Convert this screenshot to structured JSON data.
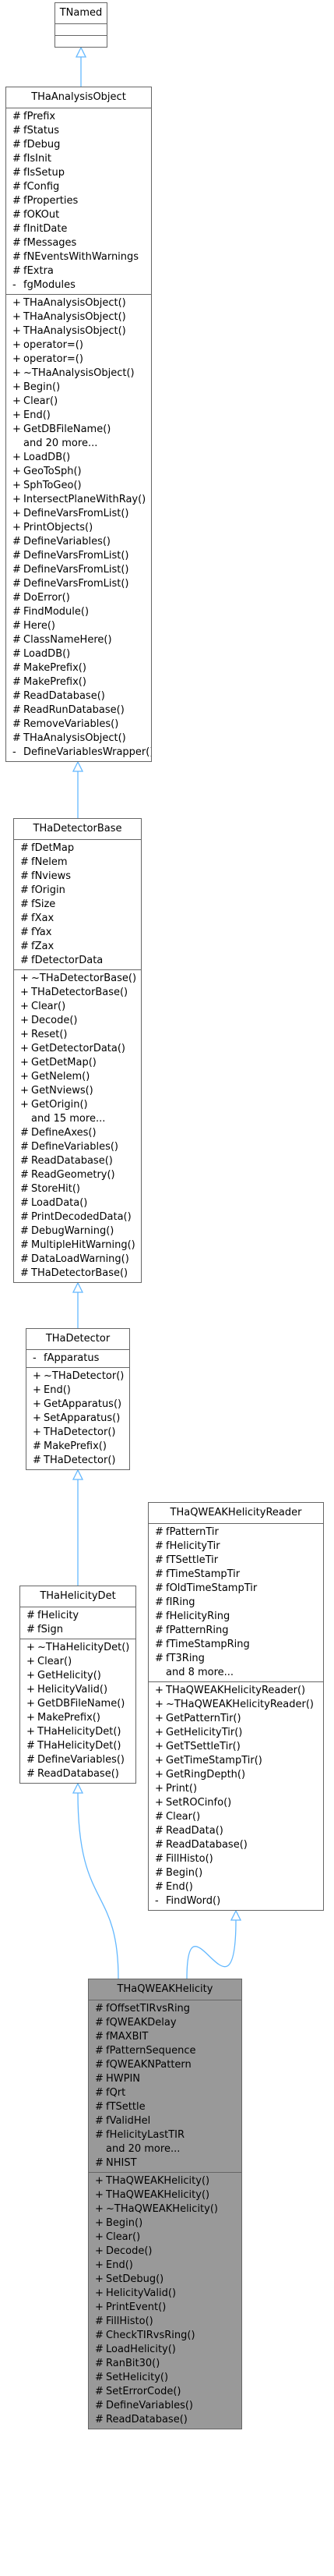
{
  "colors": {
    "edge": "#63b8ff",
    "border": "#666666",
    "node_background": "#ffffff",
    "focus_background": "#999999"
  },
  "nodes": {
    "tnamed": {
      "title": "TNamed",
      "attributes": [],
      "methods": []
    },
    "thaanalysisobject": {
      "title": "THaAnalysisObject",
      "attributes": [
        {
          "vis": "#",
          "name": "fPrefix"
        },
        {
          "vis": "#",
          "name": "fStatus"
        },
        {
          "vis": "#",
          "name": "fDebug"
        },
        {
          "vis": "#",
          "name": "fIsInit"
        },
        {
          "vis": "#",
          "name": "fIsSetup"
        },
        {
          "vis": "#",
          "name": "fConfig"
        },
        {
          "vis": "#",
          "name": "fProperties"
        },
        {
          "vis": "#",
          "name": "fOKOut"
        },
        {
          "vis": "#",
          "name": "fInitDate"
        },
        {
          "vis": "#",
          "name": "fMessages"
        },
        {
          "vis": "#",
          "name": "fNEventsWithWarnings"
        },
        {
          "vis": "#",
          "name": "fExtra"
        },
        {
          "vis": "-",
          "name": "fgModules"
        }
      ],
      "methods": [
        {
          "vis": "+",
          "name": "THaAnalysisObject()"
        },
        {
          "vis": "+",
          "name": "THaAnalysisObject()"
        },
        {
          "vis": "+",
          "name": "THaAnalysisObject()"
        },
        {
          "vis": "+",
          "name": "operator=()"
        },
        {
          "vis": "+",
          "name": "operator=()"
        },
        {
          "vis": "+",
          "name": "~THaAnalysisObject()"
        },
        {
          "vis": "+",
          "name": "Begin()"
        },
        {
          "vis": "+",
          "name": "Clear()"
        },
        {
          "vis": "+",
          "name": "End()"
        },
        {
          "vis": "+",
          "name": "GetDBFileName()"
        },
        {
          "vis": "",
          "name": "and 20 more...",
          "more": true
        },
        {
          "vis": "+",
          "name": "LoadDB()"
        },
        {
          "vis": "+",
          "name": "GeoToSph()"
        },
        {
          "vis": "+",
          "name": "SphToGeo()"
        },
        {
          "vis": "+",
          "name": "IntersectPlaneWithRay()"
        },
        {
          "vis": "+",
          "name": "DefineVarsFromList()"
        },
        {
          "vis": "+",
          "name": "PrintObjects()"
        },
        {
          "vis": "#",
          "name": "DefineVariables()"
        },
        {
          "vis": "#",
          "name": "DefineVarsFromList()"
        },
        {
          "vis": "#",
          "name": "DefineVarsFromList()"
        },
        {
          "vis": "#",
          "name": "DefineVarsFromList()"
        },
        {
          "vis": "#",
          "name": "DoError()"
        },
        {
          "vis": "#",
          "name": "FindModule()"
        },
        {
          "vis": "#",
          "name": "Here()"
        },
        {
          "vis": "#",
          "name": "ClassNameHere()"
        },
        {
          "vis": "#",
          "name": "LoadDB()"
        },
        {
          "vis": "#",
          "name": "MakePrefix()"
        },
        {
          "vis": "#",
          "name": "MakePrefix()"
        },
        {
          "vis": "#",
          "name": "ReadDatabase()"
        },
        {
          "vis": "#",
          "name": "ReadRunDatabase()"
        },
        {
          "vis": "#",
          "name": "RemoveVariables()"
        },
        {
          "vis": "#",
          "name": "THaAnalysisObject()"
        },
        {
          "vis": "-",
          "name": "DefineVariablesWrapper()"
        }
      ]
    },
    "thadetectorbase": {
      "title": "THaDetectorBase",
      "attributes": [
        {
          "vis": "#",
          "name": "fDetMap"
        },
        {
          "vis": "#",
          "name": "fNelem"
        },
        {
          "vis": "#",
          "name": "fNviews"
        },
        {
          "vis": "#",
          "name": "fOrigin"
        },
        {
          "vis": "#",
          "name": "fSize"
        },
        {
          "vis": "#",
          "name": "fXax"
        },
        {
          "vis": "#",
          "name": "fYax"
        },
        {
          "vis": "#",
          "name": "fZax"
        },
        {
          "vis": "#",
          "name": "fDetectorData"
        }
      ],
      "methods": [
        {
          "vis": "+",
          "name": "~THaDetectorBase()"
        },
        {
          "vis": "+",
          "name": "THaDetectorBase()"
        },
        {
          "vis": "+",
          "name": "Clear()"
        },
        {
          "vis": "+",
          "name": "Decode()"
        },
        {
          "vis": "+",
          "name": "Reset()"
        },
        {
          "vis": "+",
          "name": "GetDetectorData()"
        },
        {
          "vis": "+",
          "name": "GetDetMap()"
        },
        {
          "vis": "+",
          "name": "GetNelem()"
        },
        {
          "vis": "+",
          "name": "GetNviews()"
        },
        {
          "vis": "+",
          "name": "GetOrigin()"
        },
        {
          "vis": "",
          "name": "and 15 more...",
          "more": true
        },
        {
          "vis": "#",
          "name": "DefineAxes()"
        },
        {
          "vis": "#",
          "name": "DefineVariables()"
        },
        {
          "vis": "#",
          "name": "ReadDatabase()"
        },
        {
          "vis": "#",
          "name": "ReadGeometry()"
        },
        {
          "vis": "#",
          "name": "StoreHit()"
        },
        {
          "vis": "#",
          "name": "LoadData()"
        },
        {
          "vis": "#",
          "name": "PrintDecodedData()"
        },
        {
          "vis": "#",
          "name": "DebugWarning()"
        },
        {
          "vis": "#",
          "name": "MultipleHitWarning()"
        },
        {
          "vis": "#",
          "name": "DataLoadWarning()"
        },
        {
          "vis": "#",
          "name": "THaDetectorBase()"
        }
      ]
    },
    "thadetector": {
      "title": "THaDetector",
      "attributes": [
        {
          "vis": "-",
          "name": "fApparatus"
        }
      ],
      "methods": [
        {
          "vis": "+",
          "name": "~THaDetector()"
        },
        {
          "vis": "+",
          "name": "End()"
        },
        {
          "vis": "+",
          "name": "GetApparatus()"
        },
        {
          "vis": "+",
          "name": "SetApparatus()"
        },
        {
          "vis": "+",
          "name": "THaDetector()"
        },
        {
          "vis": "#",
          "name": "MakePrefix()"
        },
        {
          "vis": "#",
          "name": "THaDetector()"
        }
      ]
    },
    "thahelicitydet": {
      "title": "THaHelicityDet",
      "attributes": [
        {
          "vis": "#",
          "name": "fHelicity"
        },
        {
          "vis": "#",
          "name": "fSign"
        }
      ],
      "methods": [
        {
          "vis": "+",
          "name": "~THaHelicityDet()"
        },
        {
          "vis": "+",
          "name": "Clear()"
        },
        {
          "vis": "+",
          "name": "GetHelicity()"
        },
        {
          "vis": "+",
          "name": "HelicityValid()"
        },
        {
          "vis": "+",
          "name": "GetDBFileName()"
        },
        {
          "vis": "+",
          "name": "MakePrefix()"
        },
        {
          "vis": "+",
          "name": "THaHelicityDet()"
        },
        {
          "vis": "#",
          "name": "THaHelicityDet()"
        },
        {
          "vis": "#",
          "name": "DefineVariables()"
        },
        {
          "vis": "#",
          "name": "ReadDatabase()"
        }
      ]
    },
    "thaqweakhelicityreader": {
      "title": "THaQWEAKHelicityReader",
      "attributes": [
        {
          "vis": "#",
          "name": "fPatternTir"
        },
        {
          "vis": "#",
          "name": "fHelicityTir"
        },
        {
          "vis": "#",
          "name": "fTSettleTir"
        },
        {
          "vis": "#",
          "name": "fTimeStampTir"
        },
        {
          "vis": "#",
          "name": "fOldTimeStampTir"
        },
        {
          "vis": "#",
          "name": "fIRing"
        },
        {
          "vis": "#",
          "name": "fHelicityRing"
        },
        {
          "vis": "#",
          "name": "fPatternRing"
        },
        {
          "vis": "#",
          "name": "fTimeStampRing"
        },
        {
          "vis": "#",
          "name": "fT3Ring"
        },
        {
          "vis": "",
          "name": "and 8 more...",
          "more": true
        }
      ],
      "methods": [
        {
          "vis": "+",
          "name": "THaQWEAKHelicityReader()"
        },
        {
          "vis": "+",
          "name": "~THaQWEAKHelicityReader()"
        },
        {
          "vis": "+",
          "name": "GetPatternTir()"
        },
        {
          "vis": "+",
          "name": "GetHelicityTir()"
        },
        {
          "vis": "+",
          "name": "GetTSettleTir()"
        },
        {
          "vis": "+",
          "name": "GetTimeStampTir()"
        },
        {
          "vis": "+",
          "name": "GetRingDepth()"
        },
        {
          "vis": "+",
          "name": "Print()"
        },
        {
          "vis": "+",
          "name": "SetROCinfo()"
        },
        {
          "vis": "#",
          "name": "Clear()"
        },
        {
          "vis": "#",
          "name": "ReadData()"
        },
        {
          "vis": "#",
          "name": "ReadDatabase()"
        },
        {
          "vis": "#",
          "name": "FillHisto()"
        },
        {
          "vis": "#",
          "name": "Begin()"
        },
        {
          "vis": "#",
          "name": "End()"
        },
        {
          "vis": "-",
          "name": "FindWord()"
        }
      ]
    },
    "thaqweakhelicity": {
      "title": "THaQWEAKHelicity",
      "attributes": [
        {
          "vis": "#",
          "name": "fOffsetTIRvsRing"
        },
        {
          "vis": "#",
          "name": "fQWEAKDelay"
        },
        {
          "vis": "#",
          "name": "fMAXBIT"
        },
        {
          "vis": "#",
          "name": "fPatternSequence"
        },
        {
          "vis": "#",
          "name": "fQWEAKNPattern"
        },
        {
          "vis": "#",
          "name": "HWPIN"
        },
        {
          "vis": "#",
          "name": "fQrt"
        },
        {
          "vis": "#",
          "name": "fTSettle"
        },
        {
          "vis": "#",
          "name": "fValidHel"
        },
        {
          "vis": "#",
          "name": "fHelicityLastTIR"
        },
        {
          "vis": "",
          "name": "and 20 more...",
          "more": true
        },
        {
          "vis": "#",
          "name": "NHIST"
        }
      ],
      "methods": [
        {
          "vis": "+",
          "name": "THaQWEAKHelicity()"
        },
        {
          "vis": "+",
          "name": "THaQWEAKHelicity()"
        },
        {
          "vis": "+",
          "name": "~THaQWEAKHelicity()"
        },
        {
          "vis": "+",
          "name": "Begin()"
        },
        {
          "vis": "+",
          "name": "Clear()"
        },
        {
          "vis": "+",
          "name": "Decode()"
        },
        {
          "vis": "+",
          "name": "End()"
        },
        {
          "vis": "+",
          "name": "SetDebug()"
        },
        {
          "vis": "+",
          "name": "HelicityValid()"
        },
        {
          "vis": "+",
          "name": "PrintEvent()"
        },
        {
          "vis": "#",
          "name": "FillHisto()"
        },
        {
          "vis": "#",
          "name": "CheckTIRvsRing()"
        },
        {
          "vis": "#",
          "name": "LoadHelicity()"
        },
        {
          "vis": "#",
          "name": "RanBit30()"
        },
        {
          "vis": "#",
          "name": "SetHelicity()"
        },
        {
          "vis": "#",
          "name": "SetErrorCode()"
        },
        {
          "vis": "#",
          "name": "DefineVariables()"
        },
        {
          "vis": "#",
          "name": "ReadDatabase()"
        }
      ]
    }
  }
}
